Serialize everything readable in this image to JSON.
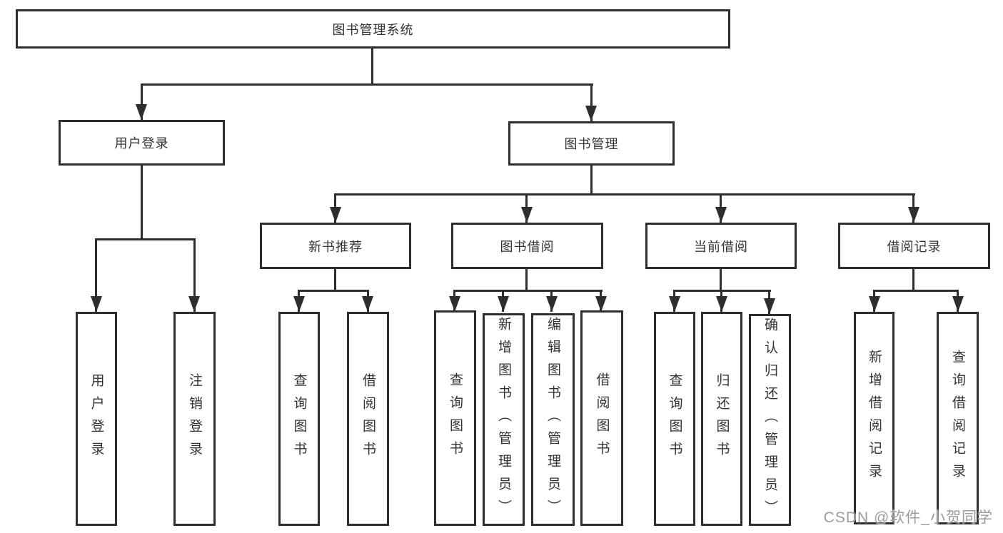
{
  "diagram": {
    "title": "图书管理系统",
    "root": {
      "label": "图书管理系统"
    },
    "level2": [
      {
        "id": "user-login",
        "label": "用户登录",
        "children": [
          {
            "label": "用户登录"
          },
          {
            "label": "注销登录"
          }
        ]
      },
      {
        "id": "book-management",
        "label": "图书管理",
        "children": [
          {
            "label": "新书推荐",
            "children": [
              {
                "label": "查询图书"
              },
              {
                "label": "借阅图书"
              }
            ]
          },
          {
            "label": "图书借阅",
            "children": [
              {
                "label": "查询图书"
              },
              {
                "label": "新增图书（管理员）"
              },
              {
                "label": "编辑图书（管理员）"
              },
              {
                "label": "借阅图书"
              }
            ]
          },
          {
            "label": "当前借阅",
            "children": [
              {
                "label": "查询图书"
              },
              {
                "label": "归还图书"
              },
              {
                "label": "确认归还（管理员）"
              }
            ]
          },
          {
            "label": "借阅记录",
            "children": [
              {
                "label": "新增借阅记录"
              },
              {
                "label": "查询借阅记录"
              }
            ]
          }
        ]
      }
    ]
  },
  "watermark": {
    "text": "CSDN @软件_小贺同学"
  },
  "colors": {
    "line": "#2e2e2e",
    "text": "#333333",
    "watermark": "#9c9c9c",
    "background": "#ffffff"
  }
}
